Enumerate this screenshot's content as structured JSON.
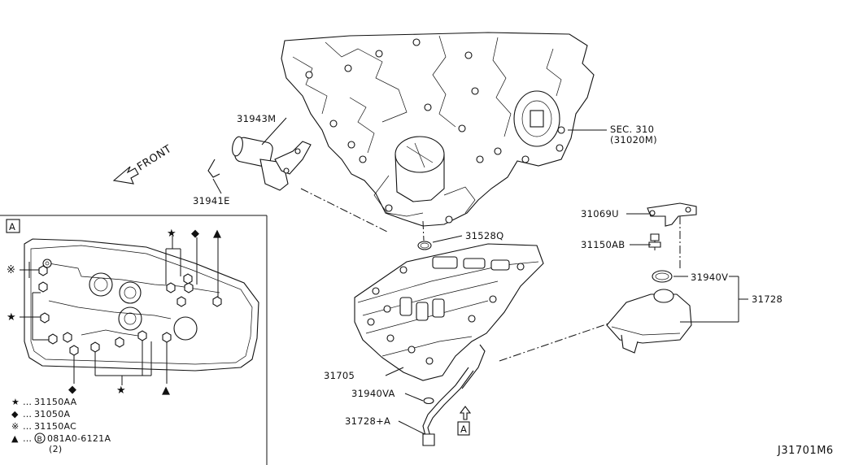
{
  "diagram_code": "J31701M6",
  "front_label": "FRONT",
  "view_marker_top": "A",
  "view_marker_box": "A",
  "callouts": {
    "solenoid_connector": "31943M",
    "solenoid_clip": "31941E",
    "section_ref_line1": "SEC. 310",
    "section_ref_line2": "(31020M)",
    "oring_top": "31528Q",
    "bracket": "31069U",
    "bracket_bolt": "31150AB",
    "strainer_oring": "31940V",
    "oil_strainer": "31728",
    "control_valve": "31705",
    "tube_oring": "31940VA",
    "tube": "31728+A"
  },
  "legend": [
    {
      "symbol": "★",
      "symbol_name": "star-icon",
      "text": "31150AA"
    },
    {
      "symbol": "◆",
      "symbol_name": "diamond-icon",
      "text": "31050A"
    },
    {
      "symbol": "※",
      "symbol_name": "asterisk-mark-icon",
      "text": "31150AC"
    },
    {
      "symbol": "▲",
      "symbol_name": "triangle-icon",
      "text": "081A0-6121A",
      "prefix": "B",
      "qty": "(2)"
    }
  ]
}
